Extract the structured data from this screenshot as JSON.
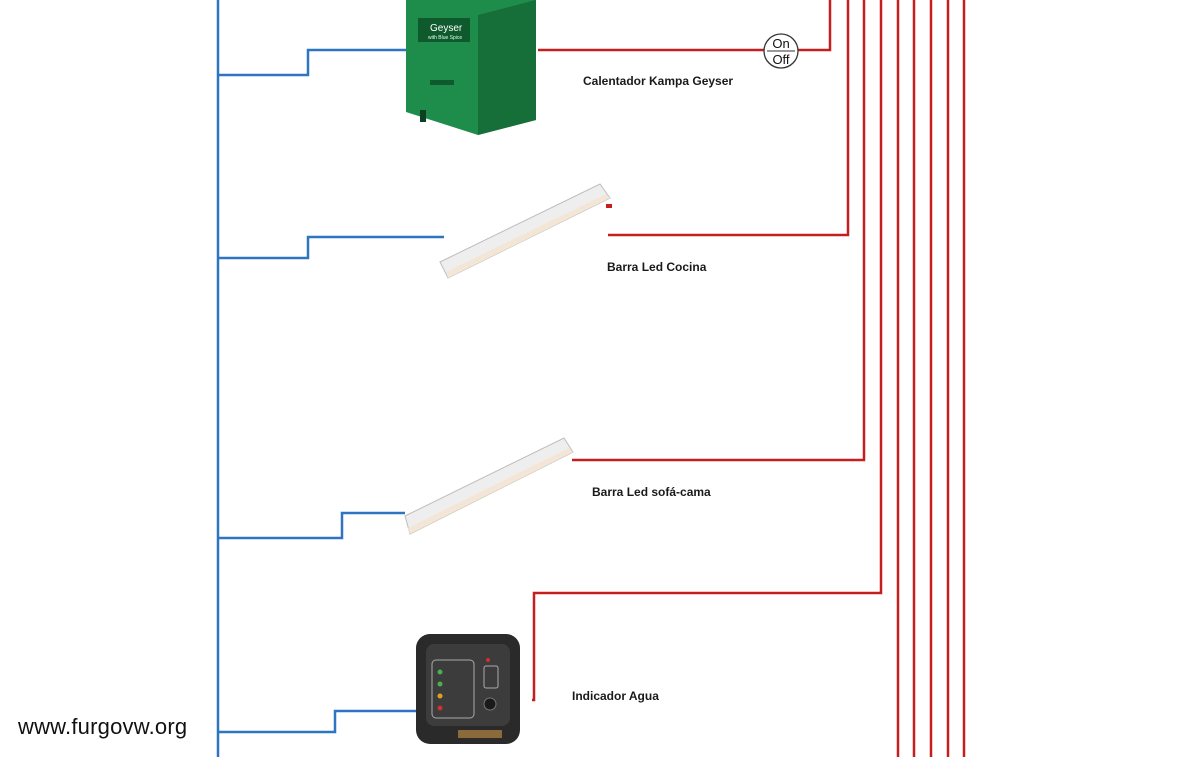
{
  "devices": {
    "heater": {
      "label": "Calentador Kampa Geyser",
      "brand": "Geyser",
      "brand_sub": "with Blue Spice"
    },
    "switch": {
      "on": "On",
      "off": "Off"
    },
    "led_kitchen": {
      "label": "Barra Led Cocina"
    },
    "led_sofa": {
      "label": "Barra Led sofá-cama"
    },
    "water_indicator": {
      "label": "Indicador Agua"
    }
  },
  "watermark": "www.furgovw.org",
  "colors": {
    "neutral_wire": "#2e74c0",
    "live_wire": "#c41e1e",
    "heater_body": "#1e8c4a",
    "led_bar": "#eeeeee",
    "panel": "#2a2a2a"
  }
}
